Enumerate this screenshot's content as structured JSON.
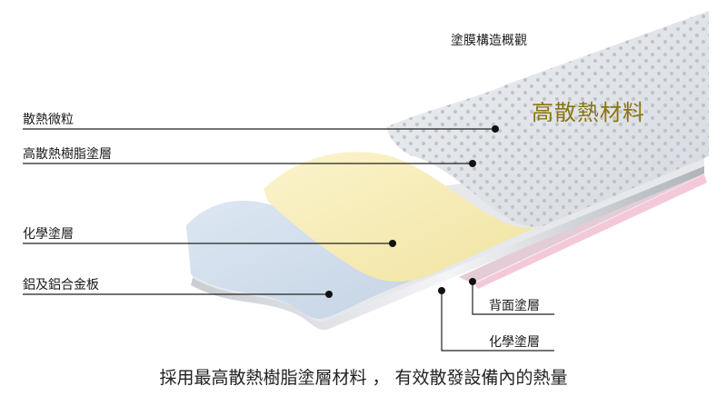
{
  "diagram": {
    "title": "塗膜構造概觀",
    "highlight": "高散熱材料",
    "left_labels": [
      "散熱微粒",
      "高散熱樹脂塗層",
      "化學塗層",
      "鋁及鋁合金板"
    ],
    "right_labels": [
      "背面塗層",
      "化學塗層"
    ],
    "caption": "採用最高散熱樹脂塗層材料 ， 有效散發設備內的熱量"
  },
  "colors": {
    "particle_layer": "#dfe2e7",
    "resin_layer": "#f7edb4",
    "chemical_layer": "#cfdceb",
    "metal_plate": "#e6e8ec",
    "back_coating": "#f3c9da",
    "highlight_text": "#8a7410",
    "leader_line": "#222222"
  }
}
